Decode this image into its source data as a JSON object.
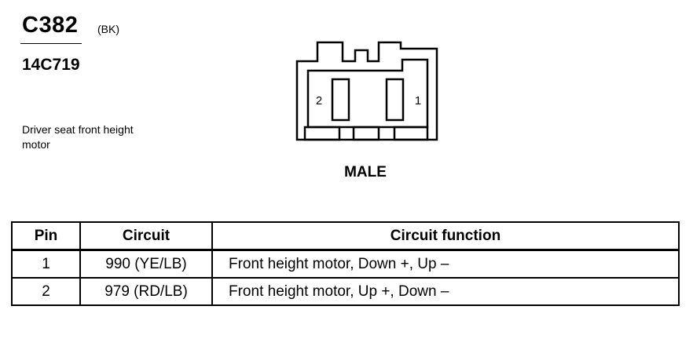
{
  "header": {
    "connector_id": "C382",
    "color_code": "(BK)",
    "part_number": "14C719"
  },
  "description": "Driver seat front height motor",
  "diagram": {
    "pin_labels": [
      "2",
      "1"
    ],
    "gender": "MALE"
  },
  "table": {
    "headers": [
      "Pin",
      "Circuit",
      "Circuit function"
    ],
    "rows": [
      {
        "pin": "1",
        "circuit": "990 (YE/LB)",
        "function": "Front height motor, Down +, Up –"
      },
      {
        "pin": "2",
        "circuit": "979 (RD/LB)",
        "function": "Front height motor, Up +, Down –"
      }
    ]
  }
}
